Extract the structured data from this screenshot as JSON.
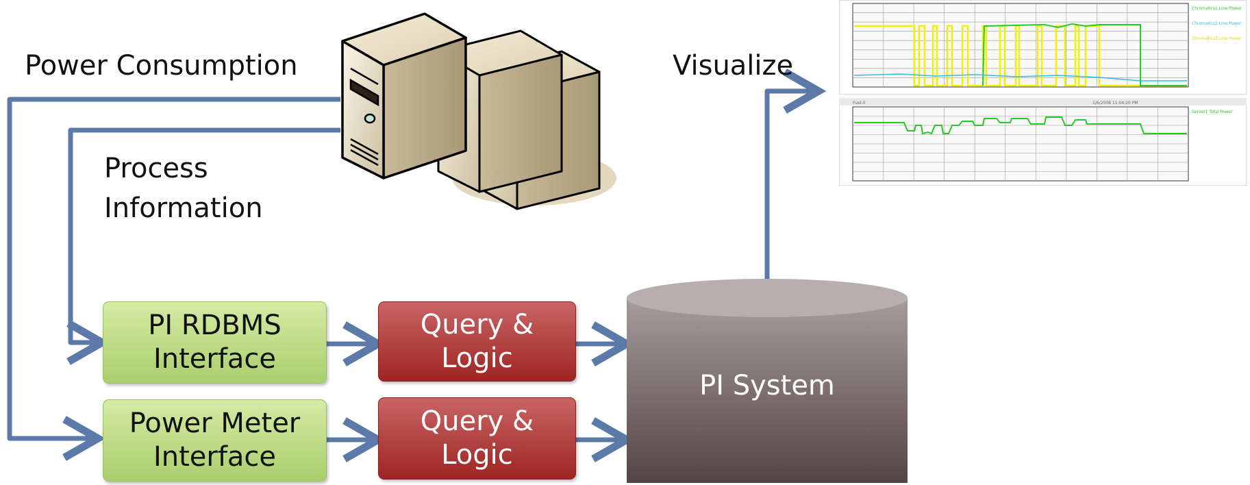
{
  "labels": {
    "power_consumption": "Power Consumption",
    "process_line1": "Process",
    "process_line2": "Information",
    "visualize": "Visualize"
  },
  "boxes": {
    "pi_rdbms": [
      "PI RDBMS",
      "Interface"
    ],
    "power_meter": [
      "Power Meter",
      "Interface"
    ],
    "query_logic_top": [
      "Query &",
      "Logic"
    ],
    "query_logic_bottom": [
      "Query &",
      "Logic"
    ]
  },
  "pi_system": "PI System",
  "colors": {
    "arrow": "#5b7aa8",
    "green_box": "#bcdc86",
    "red_box": "#b44040",
    "cylinder": "#7d6d6d",
    "trend_yellow": "#f2f200",
    "trend_green": "#22cc22",
    "trend_cyan": "#33bbdd"
  },
  "icons": {
    "server": "server-computer-icon"
  },
  "trend_top": {
    "legend": [
      "Chromatics1 Line Power",
      "Chromatics2 Line Power",
      "Chromatics3 Line Power"
    ]
  },
  "trend_bottom": {
    "title": "Fuel-0",
    "timestamp": "1/6/2008 11:04:20 PM",
    "legend": [
      "Server1 Total Power"
    ]
  }
}
